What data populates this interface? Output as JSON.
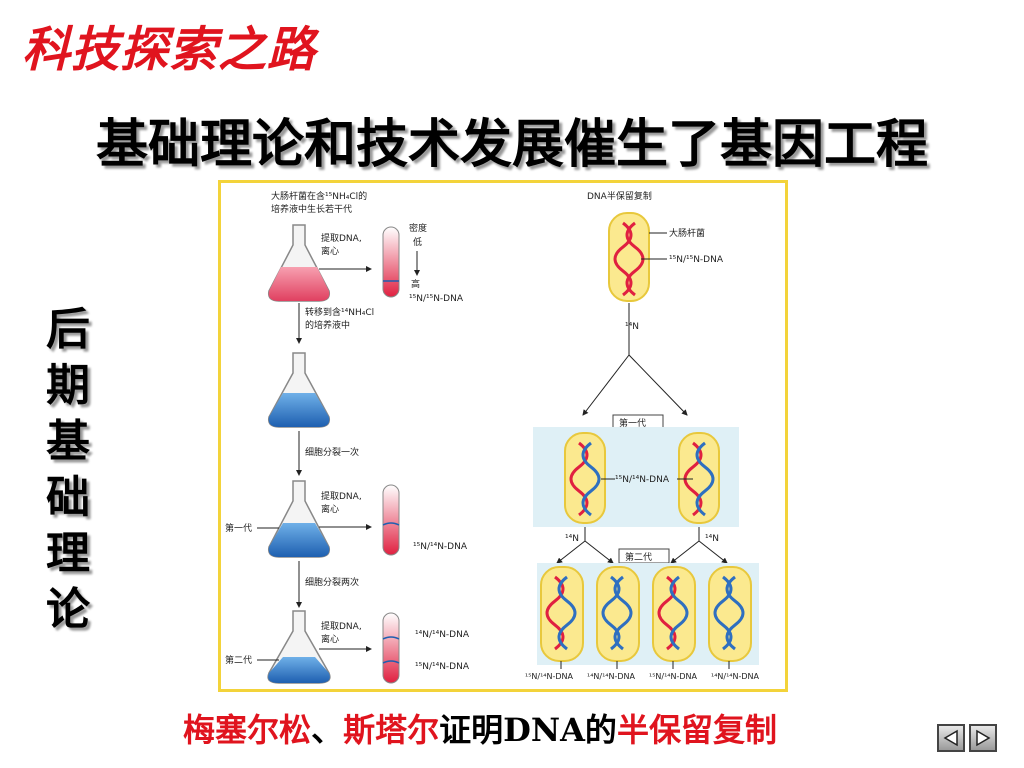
{
  "slide": {
    "top_title": "科技探索之路",
    "main_title": "基础理论和技术发展催生了基因工程",
    "side_text": [
      "后",
      "期",
      "基",
      "础",
      "理",
      "论"
    ],
    "caption": {
      "part1": "梅塞尔松",
      "part2": "、",
      "part3": "斯塔尔",
      "part4": "证明DNA的",
      "part5": "半保留复制"
    }
  },
  "figure": {
    "left": {
      "intro_line1": "大肠杆菌在含¹⁵NH₄Cl的",
      "intro_line2": "培养液中生长若干代",
      "extract1": "提取DNA,",
      "extract2": "离心",
      "density": "密度",
      "low": "低",
      "high": "高",
      "label_15_15": "¹⁵N/¹⁵N-DNA",
      "transfer1": "转移到含¹⁴NH₄Cl",
      "transfer2": "的培养液中",
      "divide_once": "细胞分裂一次",
      "gen1": "第一代",
      "label_15_14": "¹⁵N/¹⁴N-DNA",
      "divide_twice": "细胞分裂两次",
      "gen2": "第二代",
      "label_14_14": "¹⁴N/¹⁴N-DNA"
    },
    "right": {
      "title": "DNA半保留复制",
      "ecoli": "大肠杆菌",
      "label_15_15": "¹⁵N/¹⁵N-DNA",
      "n14": "¹⁴N",
      "gen1": "第一代",
      "label_15_14": "¹⁵N/¹⁴N-DNA",
      "gen2": "第二代",
      "bottom_labels": [
        "¹⁵N/¹⁴N-DNA",
        "¹⁴N/¹⁴N-DNA",
        "¹⁵N/¹⁴N-DNA",
        "¹⁴N/¹⁴N-DNA"
      ]
    }
  },
  "nav": {
    "prev": "previous",
    "next": "next"
  }
}
